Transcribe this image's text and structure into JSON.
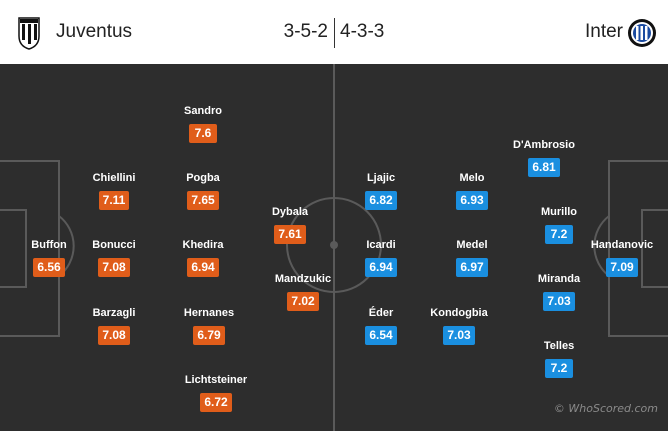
{
  "header": {
    "home_team": "Juventus",
    "away_team": "Inter",
    "home_formation": "3-5-2",
    "away_formation": "4-3-3",
    "home_crest_icon": "juventus-crest-icon",
    "away_crest_icon": "inter-crest-icon"
  },
  "colors": {
    "home_rating_bg": "#e05d1a",
    "away_rating_bg": "#1a8fe0",
    "pitch_bg": "#2d2d2d"
  },
  "home_players": [
    {
      "name": "Buffon",
      "rating": "6.56"
    },
    {
      "name": "Chiellini",
      "rating": "7.11"
    },
    {
      "name": "Bonucci",
      "rating": "7.08"
    },
    {
      "name": "Barzagli",
      "rating": "7.08"
    },
    {
      "name": "Sandro",
      "rating": "7.6"
    },
    {
      "name": "Pogba",
      "rating": "7.65"
    },
    {
      "name": "Khedira",
      "rating": "6.94"
    },
    {
      "name": "Hernanes",
      "rating": "6.79"
    },
    {
      "name": "Lichtsteiner",
      "rating": "6.72"
    },
    {
      "name": "Dybala",
      "rating": "7.61"
    },
    {
      "name": "Mandzukic",
      "rating": "7.02"
    }
  ],
  "away_players": [
    {
      "name": "Ljajic",
      "rating": "6.82"
    },
    {
      "name": "Icardi",
      "rating": "6.94"
    },
    {
      "name": "Éder",
      "rating": "6.54"
    },
    {
      "name": "Melo",
      "rating": "6.93"
    },
    {
      "name": "Medel",
      "rating": "6.97"
    },
    {
      "name": "Kondogbia",
      "rating": "7.03"
    },
    {
      "name": "D'Ambrosio",
      "rating": "6.81"
    },
    {
      "name": "Murillo",
      "rating": "7.2"
    },
    {
      "name": "Miranda",
      "rating": "7.03"
    },
    {
      "name": "Telles",
      "rating": "7.2"
    },
    {
      "name": "Handanovic",
      "rating": "7.09"
    }
  ],
  "watermark": "© WhoScored.com"
}
